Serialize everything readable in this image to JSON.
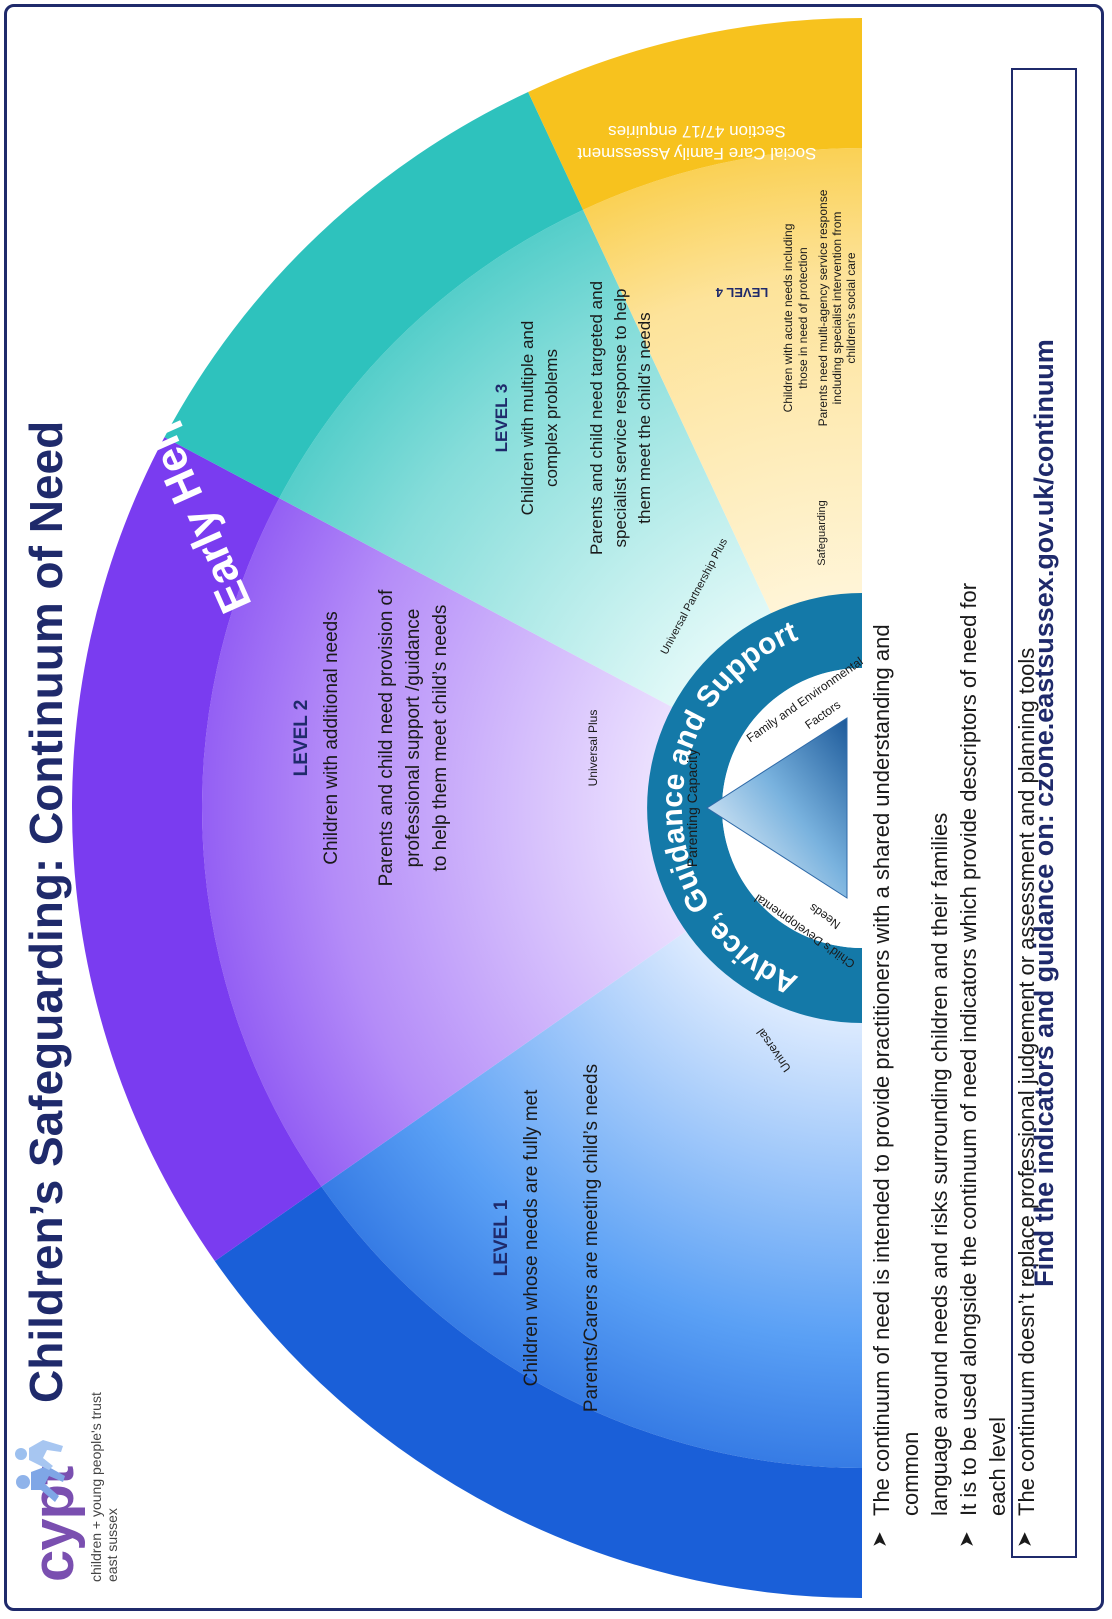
{
  "title": "Children’s Safeguarding: Continuum of Need",
  "logo": {
    "word": "cypt",
    "tagline_1": "children + young people's trust",
    "tagline_2": "east sussex"
  },
  "colors": {
    "navy": "#1f2a6b",
    "level1": "#1a5fd8",
    "level2": "#7a3cf0",
    "level3": "#2ec2bd",
    "level4": "#f7c21e",
    "ring": "#1479a8"
  },
  "levels": [
    {
      "heading": "LEVEL 1",
      "line1": "Children whose needs are fully met",
      "line2": "Parents/Carers are meeting child’s needs",
      "ring_label": "Universal"
    },
    {
      "heading": "LEVEL 2",
      "line1": "Children with additional needs",
      "line2a": "Parents and child need provision of",
      "line2b": "professional support /guidance",
      "line2c": "to help them meet child’s needs",
      "ring_label": "Universal Plus"
    },
    {
      "heading": "LEVEL 3",
      "line1a": "Children with multiple and",
      "line1b": "complex problems",
      "line2a": "Parents and child need targeted and",
      "line2b": "specialist service response to help",
      "line2c": "them meet the child’s needs",
      "band_label": "Early Help Plan",
      "ring_label": "Universal Partnership Plus"
    },
    {
      "heading": "LEVEL 4",
      "line1a": "Children with acute needs including",
      "line1b": "those in need of protection",
      "line2a": "Parents need multi-agency service response",
      "line2b": "including specialist intervention from",
      "line2c": "children’s social care",
      "band_label_1": "Social Care Family Assessment",
      "band_label_2": "Section 47/17 enquiries",
      "ring_label": "Safeguarding"
    }
  ],
  "arc_ring_text": "Advice, Guidance and Support",
  "triangle": {
    "top": "Parenting Capacity",
    "left_1": "Child’s Developmental",
    "left_2": "Needs",
    "right_1": "Family and Environmental",
    "right_2": "Factors"
  },
  "bullets": [
    "The continuum of need is intended to provide practitioners with a shared understanding and common",
    "language around needs and risks surrounding children and their families",
    "It is to be used alongside the continuum of need indicators which provide descriptors of need for each level",
    "The continuum doesn’t replace professional judgement or assessment and planning tools"
  ],
  "bullet_marker": "➤",
  "cta": "Find the indicators and guidance on: czone.eastsussex.gov.uk/continuum"
}
